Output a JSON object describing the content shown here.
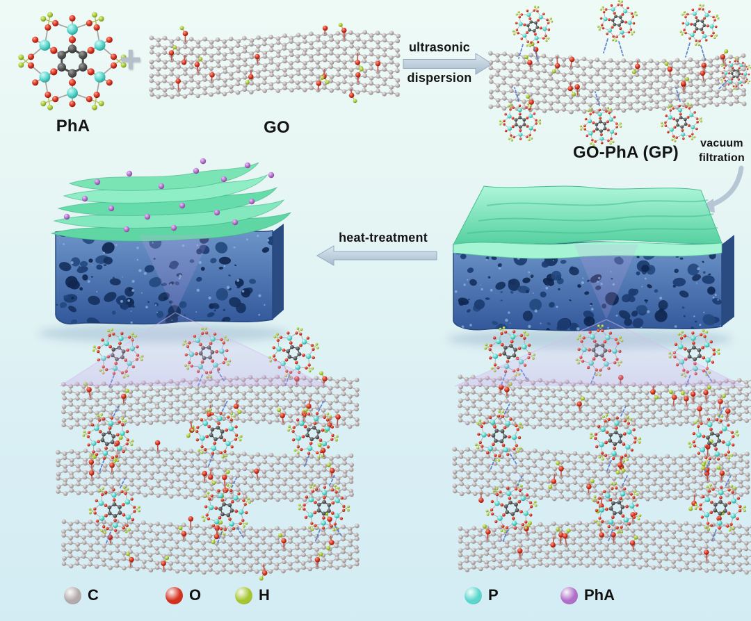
{
  "figure": {
    "reactants": {
      "pha_label": "PhA",
      "plus_sign": "+",
      "go_label": "GO"
    },
    "process": {
      "step1_line1": "ultrasonic",
      "step1_line2": "dispersion",
      "intermediate_label": "GO-PhA (GP)",
      "step2_line1": "vacuum",
      "step2_line2": "filtration",
      "step3_label": "heat-treatment"
    },
    "legend": {
      "items": [
        {
          "symbol": "C",
          "color": "#b3abab"
        },
        {
          "symbol": "O",
          "color": "#d4301e"
        },
        {
          "symbol": "H",
          "color": "#a6c531"
        },
        {
          "symbol": "P",
          "color": "#5ad6cd"
        },
        {
          "symbol": "PhA",
          "color": "#b06fc8"
        }
      ]
    },
    "palette": {
      "background_top": "#eefaf6",
      "background_bottom": "#d3ecf3",
      "membrane_green": "#6fe0ae",
      "sponge_blue": "#3c64a0",
      "arrow_fill": "#c3d2e0",
      "hydrogen_bond_blue": "#5b7ed0",
      "beam_purple": "#c9a6e8"
    }
  }
}
